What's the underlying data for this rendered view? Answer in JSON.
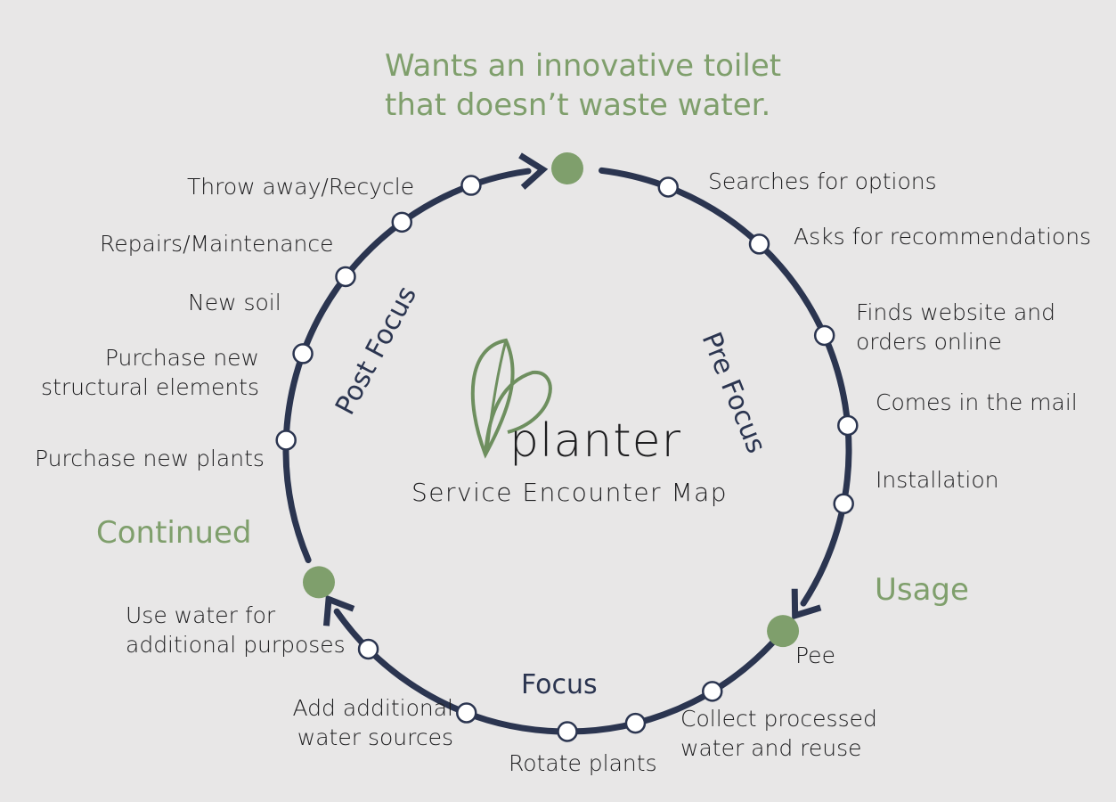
{
  "headline": "Wants an innovative toilet\nthat doesn’t waste water.",
  "stages": {
    "usage": "Usage",
    "continued": "Continued"
  },
  "phases": {
    "pre": "Pre Focus",
    "focus": "Focus",
    "post": "Post Focus"
  },
  "brand": {
    "name": "planter",
    "subtitle": "Service Encounter Map"
  },
  "steps": [
    "Searches for options",
    "Asks for recommendations",
    "Finds website and\norders online",
    "Comes in the mail",
    "Installation",
    "Pee",
    "Collect processed\nwater and reuse",
    "Rotate plants",
    "Add additional\nwater sources",
    "Use water for\nadditional purposes",
    "Purchase new plants",
    "Purchase new\nstructural elements",
    "New soil",
    "Repairs/Maintenance",
    "Throw away/Recycle"
  ],
  "colors": {
    "ring": "#2b3550",
    "accent": "#7f9f6c",
    "background": "#e8e7e7"
  }
}
